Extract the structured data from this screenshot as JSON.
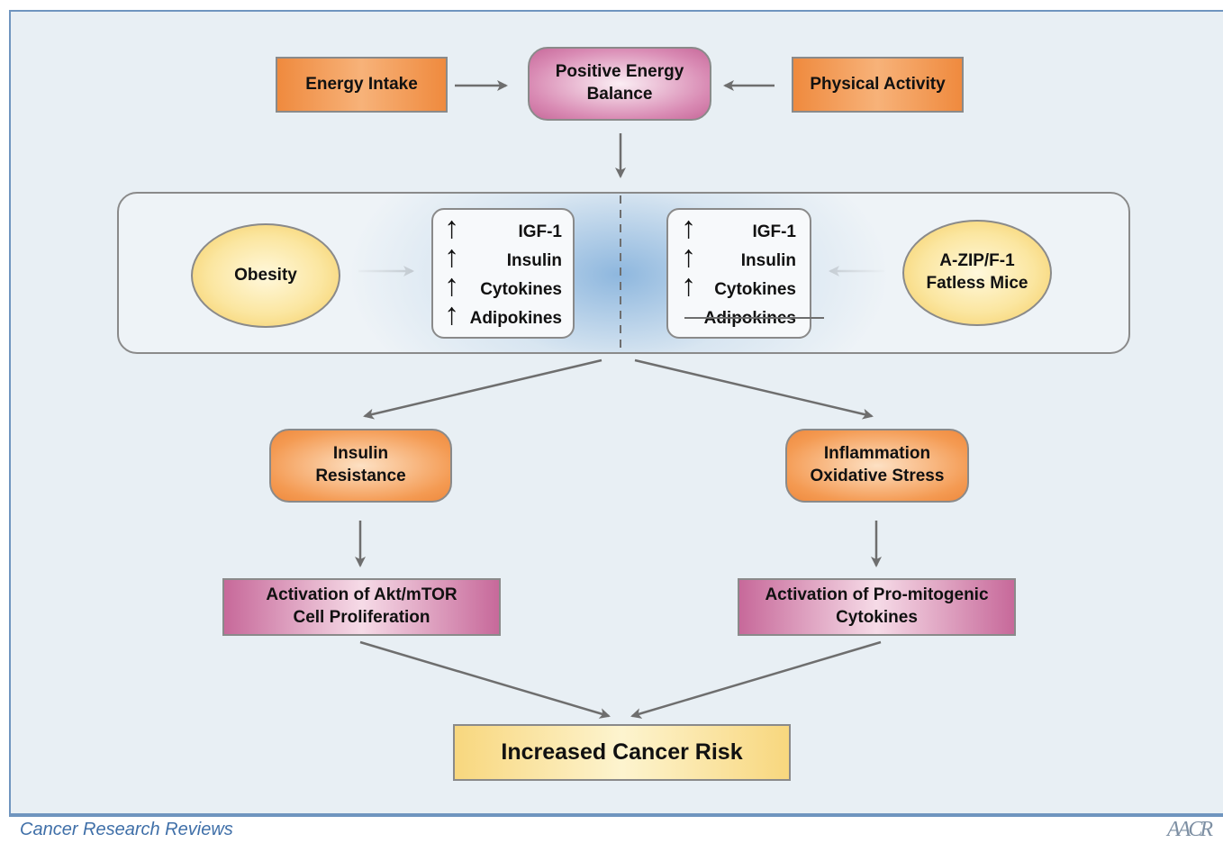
{
  "nodes": {
    "energy_intake": "Energy Intake",
    "positive_energy_balance": "Positive Energy\nBalance",
    "physical_activity": "Physical Activity",
    "obesity": "Obesity",
    "azip_mice": "A-ZIP/F-1\nFatless Mice",
    "insulin_resistance": "Insulin\nResistance",
    "inflammation": "Inflammation\nOxidative Stress",
    "akt_mtor": "Activation of Akt/mTOR\nCell Proliferation",
    "promitogenic": "Activation of Pro-mitogenic\nCytokines",
    "cancer_risk": "Increased Cancer Risk"
  },
  "factors": {
    "left": [
      "IGF-1",
      "Insulin",
      "Cytokines",
      "Adipokines"
    ],
    "right": [
      "IGF-1",
      "Insulin",
      "Cytokines",
      "Adipokines"
    ]
  },
  "footer": {
    "journal": "Cancer Research Reviews",
    "logo_text": "AACR"
  },
  "colors": {
    "orange": "#ef8a3e",
    "pink": "#c7699a",
    "yellow": "#f8d77e",
    "blue_glow": "#8eb7de",
    "frame": "#6f95bf"
  }
}
